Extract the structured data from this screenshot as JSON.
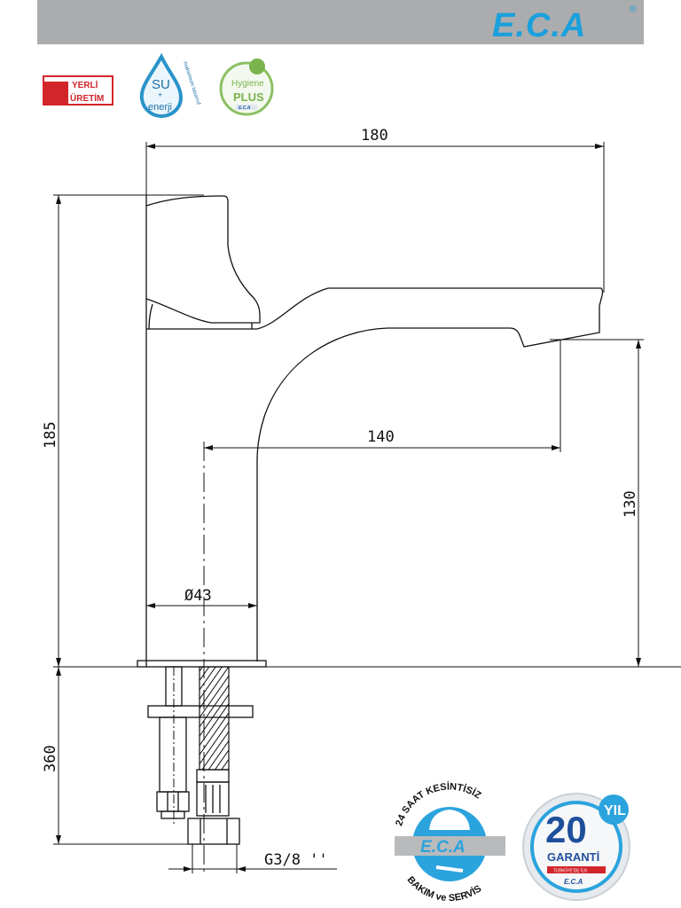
{
  "header": {
    "logo": "E.C.A",
    "registered": "®",
    "bar_color": "#aaacae",
    "brand_color": "#1aa0dc"
  },
  "badges": {
    "yerli": {
      "line1": "YERLİ",
      "line2": "ÜRETİM",
      "color": "#d2252a"
    },
    "su_enerji": {
      "line1": "SU",
      "plus": "+",
      "line2": "enerji",
      "arc": "maksimum tasarruf"
    },
    "hygiene": {
      "line1": "Hygiene",
      "line2": "PLUS",
      "brand": "E.C.A",
      "color": "#6cb33f"
    }
  },
  "dimensions": {
    "total_length": "180",
    "total_height": "185",
    "spout_reach": "140",
    "spout_height": "130",
    "body_diameter": "Ø43",
    "hose_length": "360",
    "connection": "G3/8 ''"
  },
  "service_badge": {
    "top": "24 SAAT KESİNTİSİZ",
    "brand": "E.C.A",
    "bottom": "BAKIM ve SERVİS"
  },
  "warranty_badge": {
    "number": "20",
    "unit": "YIL",
    "label": "GARANTİ",
    "strip": "TÜRKİYE'DE İLK",
    "brand": "E.C.A"
  }
}
